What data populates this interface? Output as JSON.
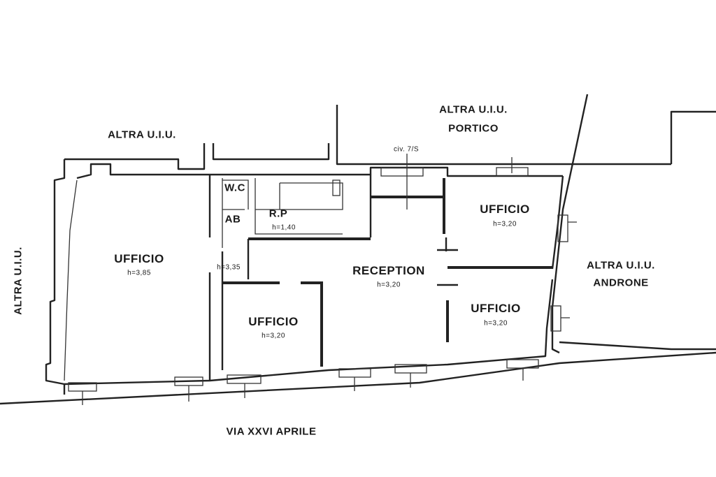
{
  "labels": {
    "altra_top_left": "ALTRA U.I.U.",
    "altra_top_right": "ALTRA U.I.U.",
    "portico": "PORTICO",
    "civ": "civ. 7/S",
    "altra_left": "ALTRA U.I.U.",
    "altra_right": "ALTRA U.I.U.",
    "androne": "ANDRONE",
    "street": "VIA XXVI APRILE"
  },
  "rooms": [
    {
      "name": "UFFICIO",
      "height": "h=3,85"
    },
    {
      "name": "W.C",
      "height": ""
    },
    {
      "name": "AB",
      "height": ""
    },
    {
      "name": "R.P",
      "height": "h=1,40"
    },
    {
      "name": "",
      "height": "h=3,35"
    },
    {
      "name": "RECEPTION",
      "height": "h=3,20"
    },
    {
      "name": "UFFICIO",
      "height": "h=3,20"
    },
    {
      "name": "UFFICIO",
      "height": "h=3,20"
    },
    {
      "name": "UFFICIO",
      "height": "h=3,20"
    }
  ]
}
